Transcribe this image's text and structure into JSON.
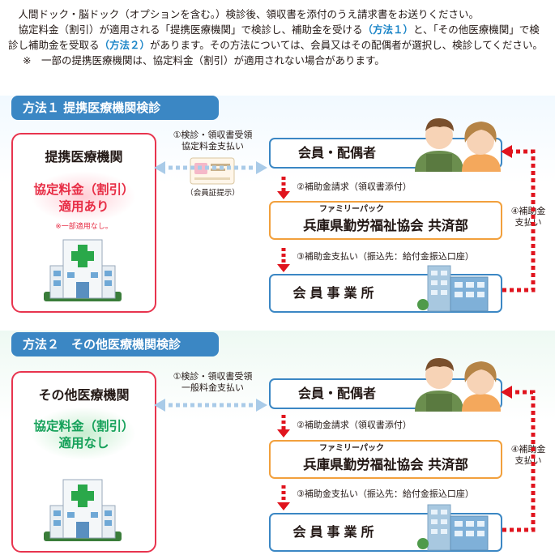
{
  "intro": {
    "line1": "人間ドック・脳ドック（オプションを含む。）検診後、領収書を添付のうえ請求書をお送りください。",
    "line2a": "協定料金（割引）が適用される「提携医療機関」で検診し、補助金を受ける",
    "method1": "（方法１）",
    "line2b": "と、「その他医療機関」で検診し補助金を受取る",
    "method2": "（方法２）",
    "line2c": "があります。その方法については、会員又はその配偶者が選択し、検診してください。",
    "note": "※　一部の提携医療機関は、協定料金（割引）が適用されない場合があります。"
  },
  "method1": {
    "title": "方法１ 提携医療機関検診",
    "institution": "提携医療機関",
    "rate_line1": "協定料金（割引）",
    "rate_line2": "適用あり",
    "footnote": "※一部適用なし。",
    "step1_line1": "①検診・領収書受領",
    "step1_line2": "協定料金支払い",
    "card_caption": "（会員証提示）",
    "member": "会員・配偶者",
    "step2": "②補助金請求（領収書添付）",
    "assoc_ruby": "ファミリーパック",
    "assoc_name": "兵庫県勤労福祉協会 共済部",
    "step3": "③補助金支払い（振込先：給付金振込口座）",
    "office": "会員事業所",
    "step4_line1": "④補助金",
    "step4_line2": "支払い"
  },
  "method2": {
    "title": "方法２　その他医療機関検診",
    "institution": "その他医療機関",
    "rate_line1": "協定料金（割引）",
    "rate_line2": "適用なし",
    "step1_line1": "①検診・領収書受領",
    "step1_line2": "一般料金支払い",
    "member": "会員・配偶者",
    "step2": "②補助金請求（領収書添付）",
    "assoc_ruby": "ファミリーパック",
    "assoc_name": "兵庫県勤労福祉協会 共済部",
    "step3": "③補助金支払い（振込先：給付金振込口座）",
    "office": "会員事業所",
    "step4_line1": "④補助金",
    "step4_line2": "支払い"
  },
  "colors": {
    "section_blue": "#3b87c4",
    "red_border": "#e8344e",
    "rate_red": "#e72d45",
    "rate_green": "#16a15a",
    "assoc_orange": "#f2a03c",
    "arrow_red": "#e0141e",
    "arrow_lightblue": "#a9cbe8"
  },
  "icons": [
    "hospital-icon",
    "couple-illustration",
    "office-building-icon",
    "membership-card"
  ]
}
